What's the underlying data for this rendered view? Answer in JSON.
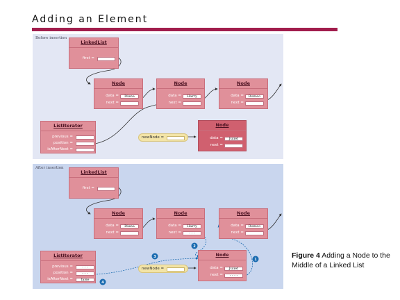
{
  "title": "Adding an Element",
  "panels": {
    "before": {
      "caption": "Before insertion",
      "linked_list": {
        "title": "LinkedList",
        "field": "first ="
      },
      "nodes": [
        {
          "title": "Node",
          "data_label": "data =",
          "data_value": "Diana",
          "next_label": "next ="
        },
        {
          "title": "Node",
          "data_label": "data =",
          "data_value": "Harry",
          "next_label": "next ="
        },
        {
          "title": "Node",
          "data_label": "data =",
          "data_value": "Romeo",
          "next_label": "next ="
        }
      ],
      "new_node": {
        "title": "Node",
        "data_label": "data =",
        "data_value": "Juliet",
        "next_label": "next ="
      },
      "iterator": {
        "title": "ListIterator",
        "previous": "previous =",
        "position": "position =",
        "is_after_next": "isAfterNext =",
        "is_after_next_value": ""
      },
      "new_node_var": "newNode ="
    },
    "after": {
      "caption": "After insertion",
      "linked_list": {
        "title": "LinkedList",
        "field": "first ="
      },
      "nodes": [
        {
          "title": "Node",
          "data_label": "data =",
          "data_value": "Diana",
          "next_label": "next ="
        },
        {
          "title": "Node",
          "data_label": "data =",
          "data_value": "Harry",
          "next_label": "next =",
          "next_value": "- - -"
        },
        {
          "title": "Node",
          "data_label": "data =",
          "data_value": "Romeo",
          "next_label": "next ="
        }
      ],
      "new_node": {
        "title": "Node",
        "data_label": "data =",
        "data_value": "Juliet",
        "next_label": "next =",
        "next_value": "- - - -"
      },
      "iterator": {
        "title": "ListIterator",
        "previous": "previous =",
        "previous_value": "- - -",
        "position": "position =",
        "position_value": "- - -",
        "is_after_next": "isAfterNext =",
        "is_after_next_value": "false"
      },
      "new_node_var": "newNode =",
      "step_badges": [
        "1",
        "2",
        "3",
        "4"
      ]
    }
  },
  "figure_caption": {
    "label": "Figure 4",
    "text": "Adding a Node to the Middle of a Linked List"
  },
  "colors": {
    "accent_rule": "#a11d4c",
    "node_box": "#e0909a",
    "new_node_box": "#d0606f",
    "badge": "#1a6bb0",
    "panel_before": "#e3e7f4",
    "panel_after": "#c9d6ee"
  }
}
